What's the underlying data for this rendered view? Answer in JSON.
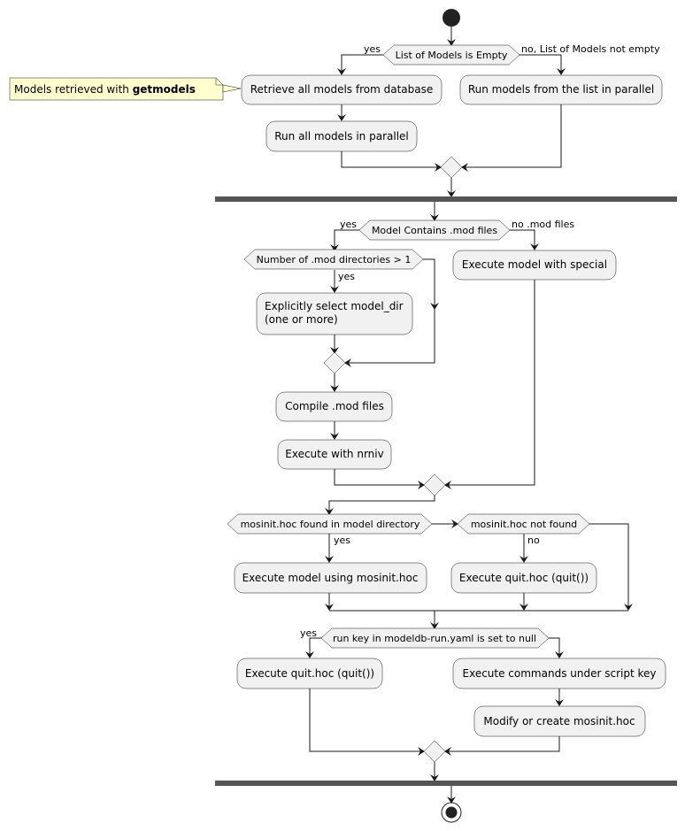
{
  "nodes": {
    "cond_list_empty": "List of Models is Empty",
    "retrieve_all": "Retrieve all models from database",
    "run_all_parallel": "Run all models in parallel",
    "run_from_list": "Run models from the list in parallel",
    "cond_mod_files": "Model Contains .mod files",
    "cond_mod_dirs": "Number of .mod directories > 1",
    "select_model_dir_1": "Explicitly select model_dir",
    "select_model_dir_2": "(one or more)",
    "compile_mod": "Compile .mod files",
    "execute_nrniv": "Execute with nrniv",
    "execute_special": "Execute model with special",
    "cond_mosinit_found": "mosinit.hoc found in model directory",
    "cond_mosinit_not_found": "mosinit.hoc not found",
    "execute_mosinit": "Execute model using mosinit.hoc",
    "execute_quit_1": "Execute quit.hoc (quit())",
    "cond_run_key": "run key in modeldb-run.yaml is set to null",
    "execute_quit_2": "Execute quit.hoc (quit())",
    "execute_script_key": "Execute commands under script key",
    "modify_mosinit": "Modify or create mosinit.hoc"
  },
  "note": {
    "prefix": "Models retrieved with ",
    "bold": "getmodels"
  },
  "edge_labels": {
    "yes_1": "yes",
    "no_list_not_empty": "no, List of Models not empty",
    "yes_2": "yes",
    "no_mod_files": "no .mod files",
    "yes_3": "yes",
    "yes_4": "yes",
    "no_1": "no",
    "yes_5": "yes"
  }
}
